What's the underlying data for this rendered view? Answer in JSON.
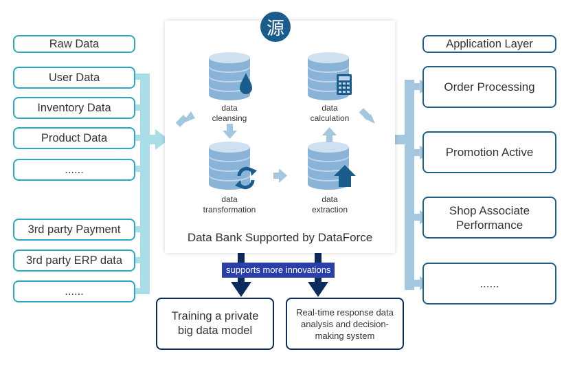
{
  "logo": {
    "glyph": "源"
  },
  "raw_header": "Raw Data",
  "raw_items": [
    "User Data",
    "Inventory Data",
    "Product Data",
    "......",
    "3rd party Payment",
    "3rd party ERP data",
    "......"
  ],
  "app_header": "Application Layer",
  "app_items": [
    "Order Processing",
    "Promotion Active",
    "Shop Associate Performance",
    "......"
  ],
  "center": {
    "title": "Data Bank Supported by DataForce",
    "steps": {
      "cleansing": [
        "data",
        "cleansing"
      ],
      "calculation": [
        "data",
        "calculation"
      ],
      "transformation": [
        "data",
        "transformation"
      ],
      "extraction": [
        "data",
        "extraction"
      ]
    }
  },
  "supports_label": "supports more innovations",
  "outputs": {
    "training": "Training a private big data model",
    "realtime": "Real-time response data analysis and decision-making system"
  },
  "colors": {
    "raw_border": "#28a8c4",
    "app_border": "#1e5f86",
    "output_border": "#0d2a5c",
    "db_blue": "#8ab3d8",
    "arrow_light": "#a9dde8",
    "arrow_center": "#a3c7df",
    "arrow_dark": "#0d2a5c",
    "label_bg": "#2a3fa8",
    "logo_bg": "#1a5d8c"
  }
}
